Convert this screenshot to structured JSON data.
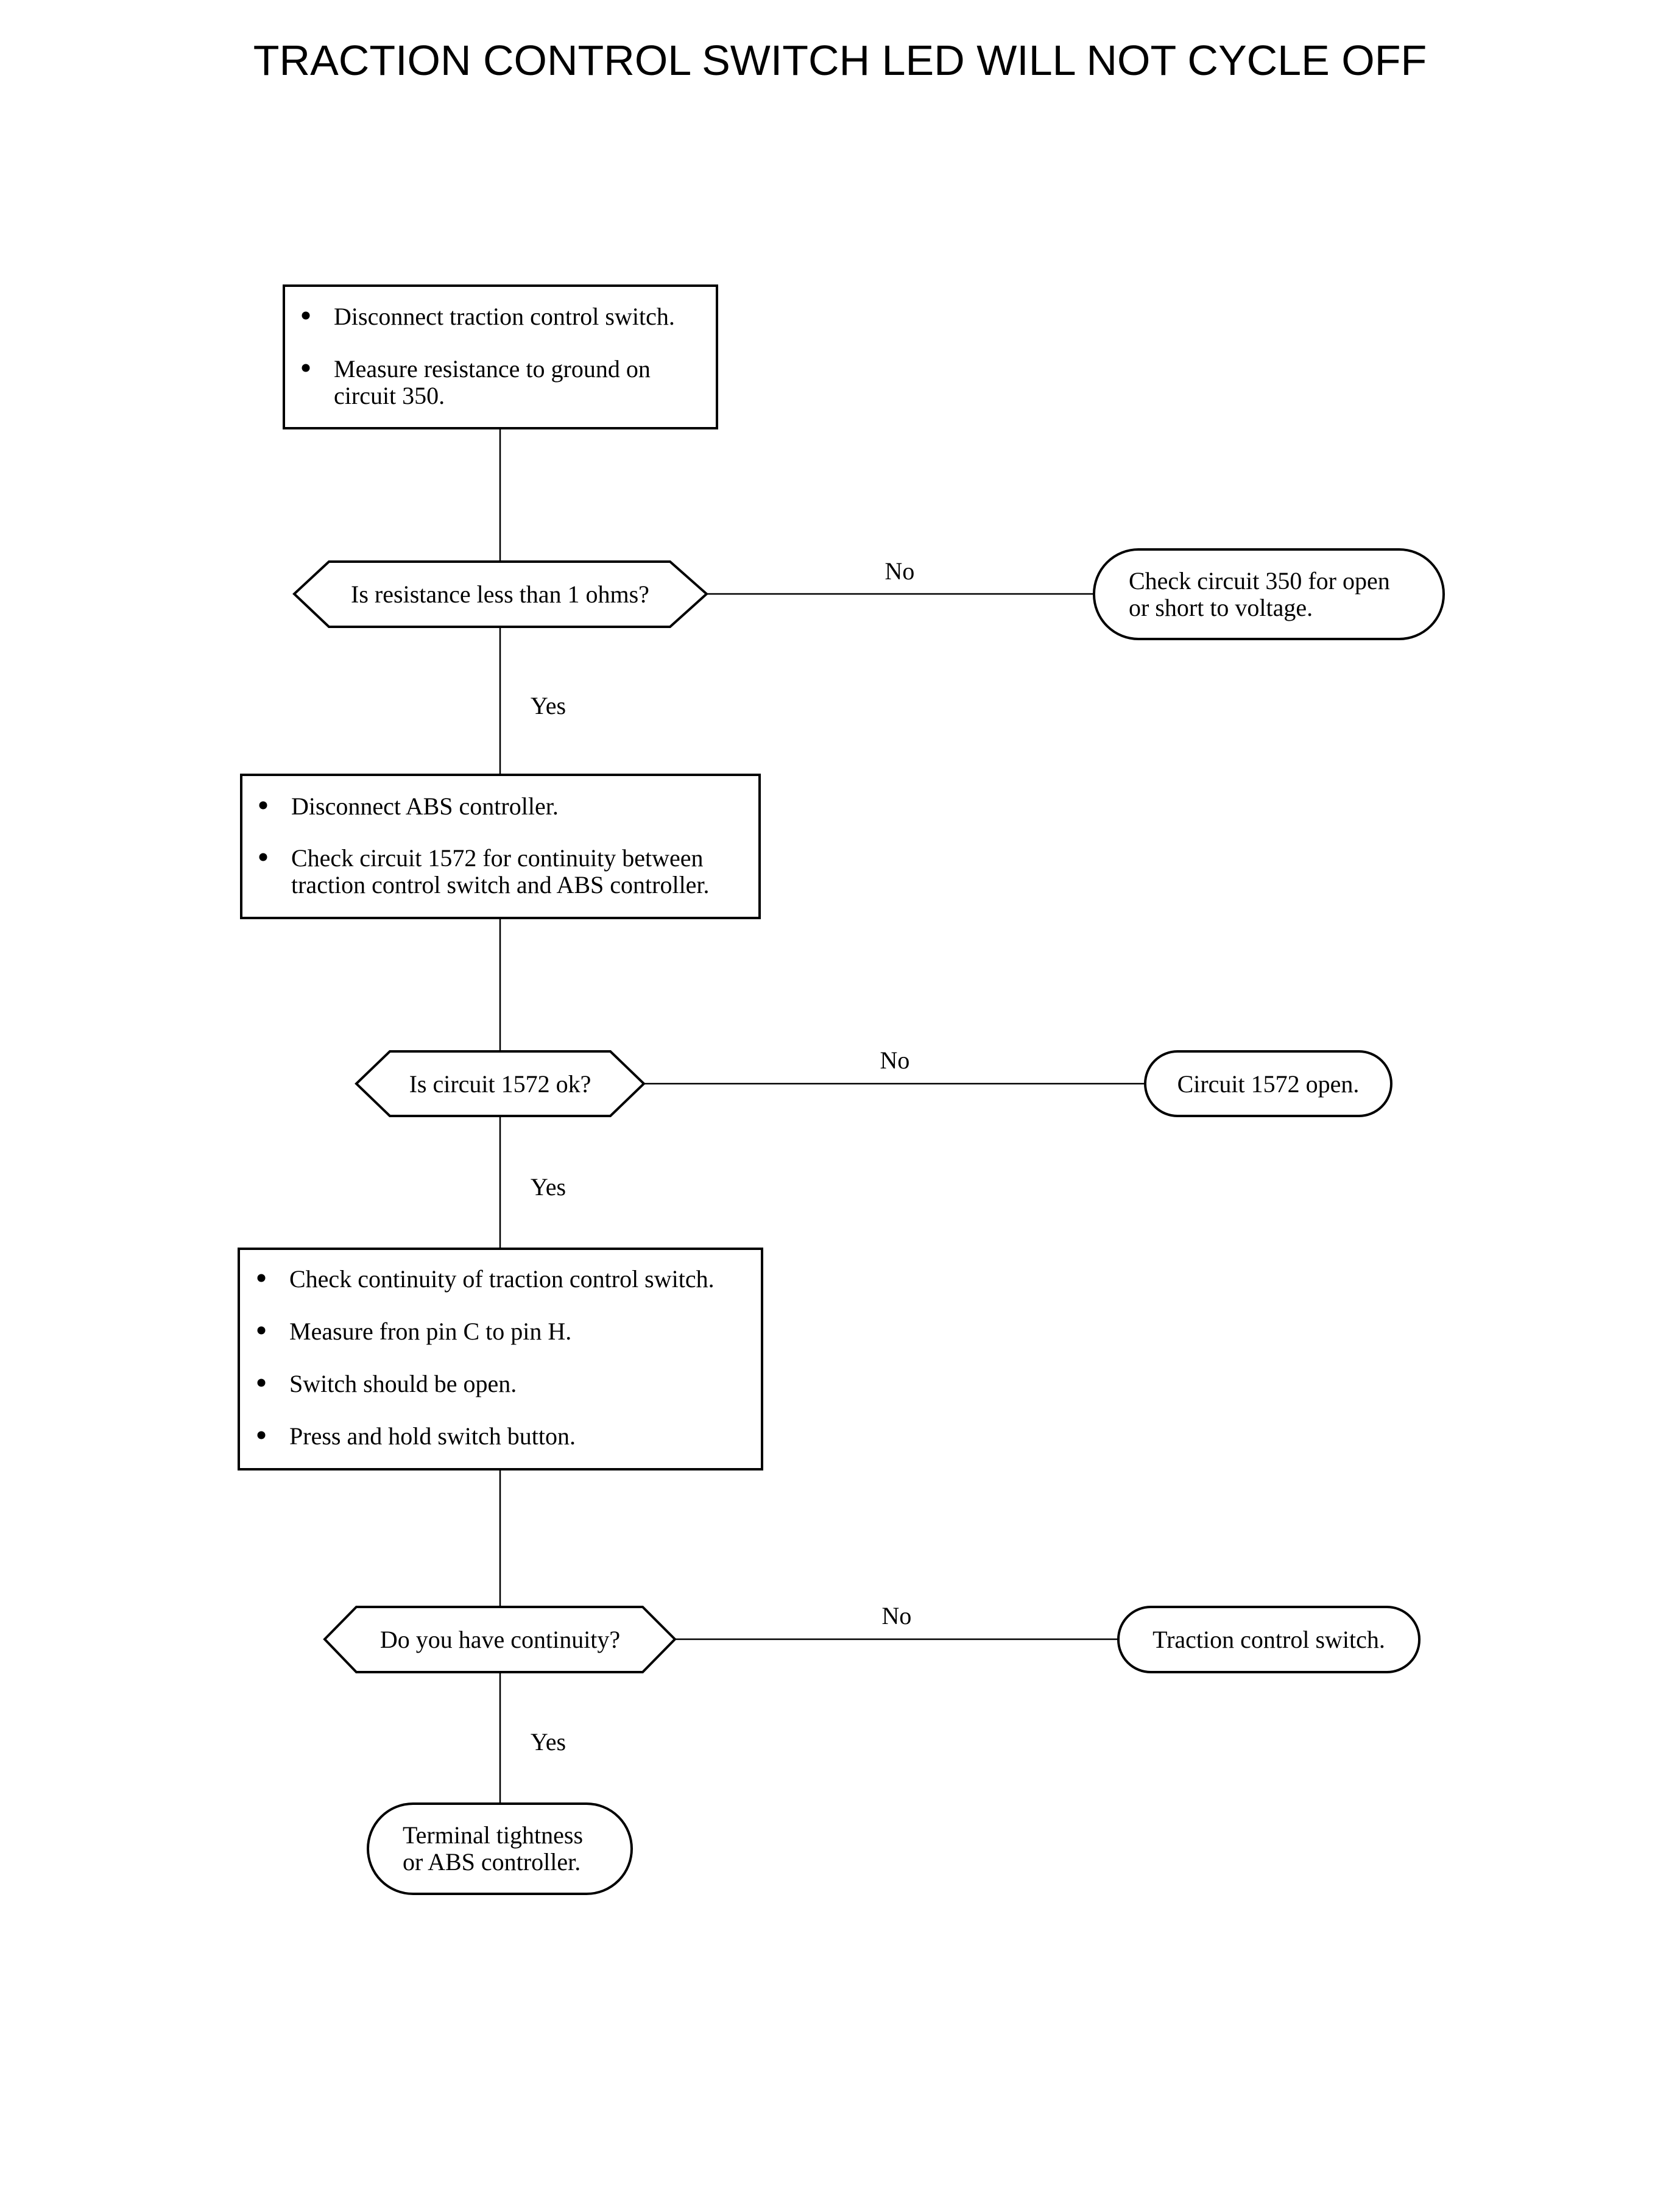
{
  "title": "TRACTION CONTROL SWITCH LED WILL NOT CYCLE OFF",
  "steps": [
    {
      "bullets": [
        "Disconnect traction control switch.",
        "Measure resistance to ground on",
        "circuit 350."
      ]
    },
    {
      "bullets": [
        "Disconnect ABS controller.",
        "Check circuit 1572 for continuity between",
        "traction control switch and ABS controller."
      ]
    },
    {
      "bullets": [
        "Check continuity of traction control switch.",
        "Measure fron pin C to pin H.",
        "Switch should be open.",
        "Press and hold switch button."
      ]
    }
  ],
  "decisions": [
    {
      "question": "Is resistance less than 1 ohms?",
      "no_label": "No",
      "yes_label": "Yes"
    },
    {
      "question": "Is circuit 1572 ok?",
      "no_label": "No",
      "yes_label": "Yes"
    },
    {
      "question": "Do you have continuity?",
      "no_label": "No",
      "yes_label": "Yes"
    }
  ],
  "outcomes": [
    {
      "lines": [
        "Check circuit 350 for open",
        "or short to voltage."
      ]
    },
    {
      "lines": [
        "Circuit 1572 open."
      ]
    },
    {
      "lines": [
        "Traction control switch."
      ]
    },
    {
      "lines": [
        "Terminal tightness",
        "or ABS controller."
      ]
    }
  ]
}
